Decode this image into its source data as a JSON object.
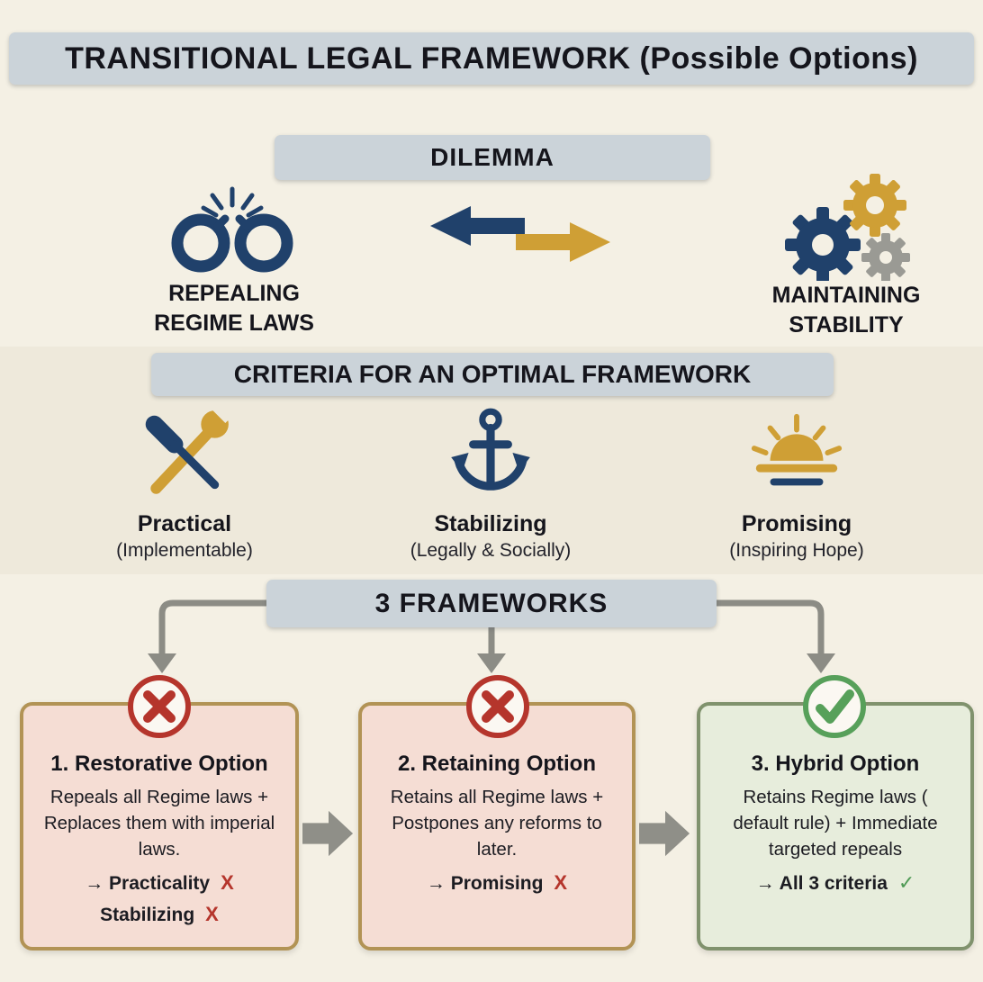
{
  "title": "TRANSITIONAL LEGAL FRAMEWORK (Possible Options)",
  "dilemma": {
    "header": "DILEMMA",
    "left": {
      "line1": "REPEALING",
      "line2": "REGIME LAWS",
      "icon": "broken-handcuffs"
    },
    "right": {
      "line1": "MAINTAINING",
      "line2": "STABILITY",
      "icon": "gears"
    }
  },
  "criteria": {
    "header": "CRITERIA FOR AN OPTIMAL FRAMEWORK",
    "items": [
      {
        "title": "Practical",
        "subtitle": "(Implementable)",
        "icon": "tools"
      },
      {
        "title": "Stabilizing",
        "subtitle": "(Legally & Socially)",
        "icon": "anchor"
      },
      {
        "title": "Promising",
        "subtitle": "(Inspiring Hope)",
        "icon": "sunrise"
      }
    ]
  },
  "frameworks": {
    "header": "3 FRAMEWORKS",
    "options": [
      {
        "status": "rejected",
        "badge": "x-mark",
        "title": "1. Restorative Option",
        "body": "Repeals all Regime laws +  Replaces them with imperial laws.",
        "results": [
          {
            "text": "→ Practicality",
            "mark": "X"
          },
          {
            "text": "Stabilizing",
            "mark": "X"
          }
        ]
      },
      {
        "status": "rejected",
        "badge": "x-mark",
        "title": "2. Retaining Option",
        "body": "Retains all Regime laws + Postpones any reforms to later.",
        "results": [
          {
            "text": "→ Promising",
            "mark": "X"
          }
        ]
      },
      {
        "status": "accepted",
        "badge": "check-mark",
        "title": "3. Hybrid Option",
        "body": "Retains Regime laws ( default rule) + Immediate targeted repeals",
        "results": [
          {
            "text": "→ All 3 criteria",
            "mark": "✓"
          }
        ]
      }
    ]
  },
  "colors": {
    "navy": "#20416b",
    "gold": "#cf9f35",
    "red": "#b5352c",
    "green": "#57a05a",
    "banner": "#cbd3d9",
    "rejected_box_bg": "#f5ddd4",
    "rejected_box_border": "#b29355",
    "accepted_box_bg": "#e7eddc",
    "accepted_box_border": "#80926d",
    "connector_gray": "#8c8c85"
  }
}
